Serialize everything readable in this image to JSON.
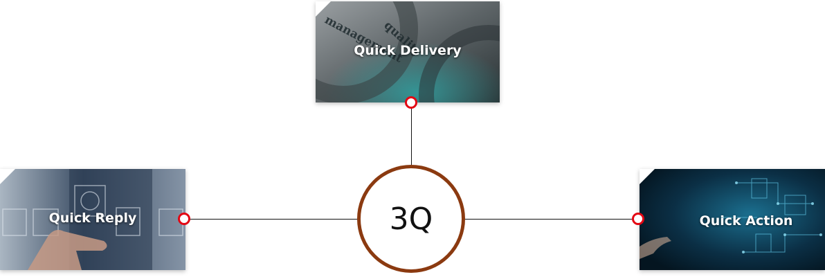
{
  "center": {
    "label": "3Q"
  },
  "cards": {
    "delivery": {
      "label": "Quick Delivery",
      "icon": "gears-icon",
      "image_words": [
        "management",
        "quality"
      ]
    },
    "reply": {
      "label": "Quick Reply",
      "icon": "touch-screen-icon"
    },
    "action": {
      "label": "Quick Action",
      "icon": "circuit-icon"
    }
  },
  "colors": {
    "accent_ring": "#8b3a10",
    "connector_dot": "#e30613",
    "line": "#111111"
  }
}
